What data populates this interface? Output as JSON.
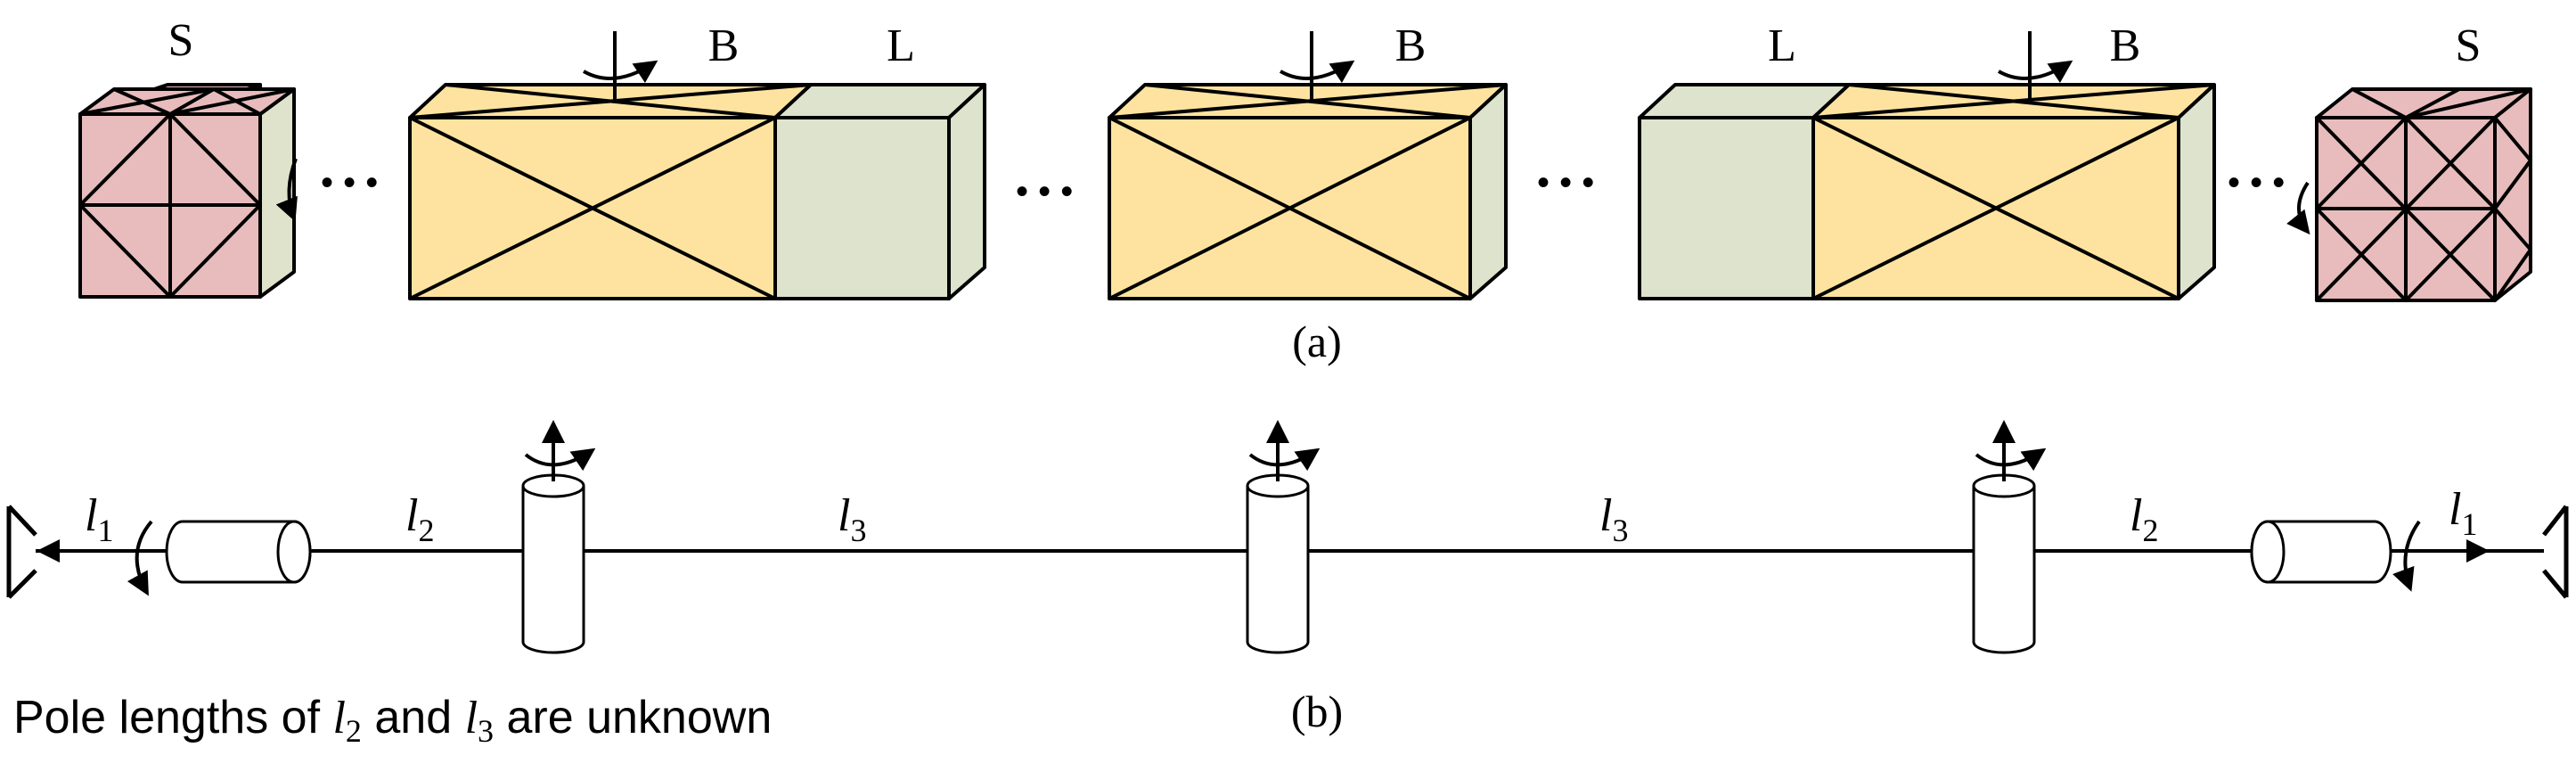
{
  "colors": {
    "s_block": "#e8bcbc",
    "s_side": "#dfe3cc",
    "b_block": "#fde39f",
    "l_block": "#dde3cc",
    "stroke": "#000000"
  },
  "panel_a": {
    "caption": "(a)",
    "labels": {
      "s_left": "S",
      "b1": "B",
      "l1": "L",
      "b2": "B",
      "l2": "L",
      "b3": "B",
      "s_right": "S"
    },
    "ellipsis": "• • •"
  },
  "panel_b": {
    "caption": "(b)",
    "poles": {
      "l1_left": "l",
      "l1_left_sub": "1",
      "l2_left": "l",
      "l2_left_sub": "2",
      "l3_left": "l",
      "l3_left_sub": "3",
      "l3_right": "l",
      "l3_right_sub": "3",
      "l2_right": "l",
      "l2_right_sub": "2",
      "l1_right": "l",
      "l1_right_sub": "1"
    }
  },
  "note": {
    "prefix": "Pole lengths of ",
    "a_var": "l",
    "a_sub": "2",
    "mid": " and ",
    "b_var": "l",
    "b_sub": "3",
    "suffix": " are unknown"
  }
}
